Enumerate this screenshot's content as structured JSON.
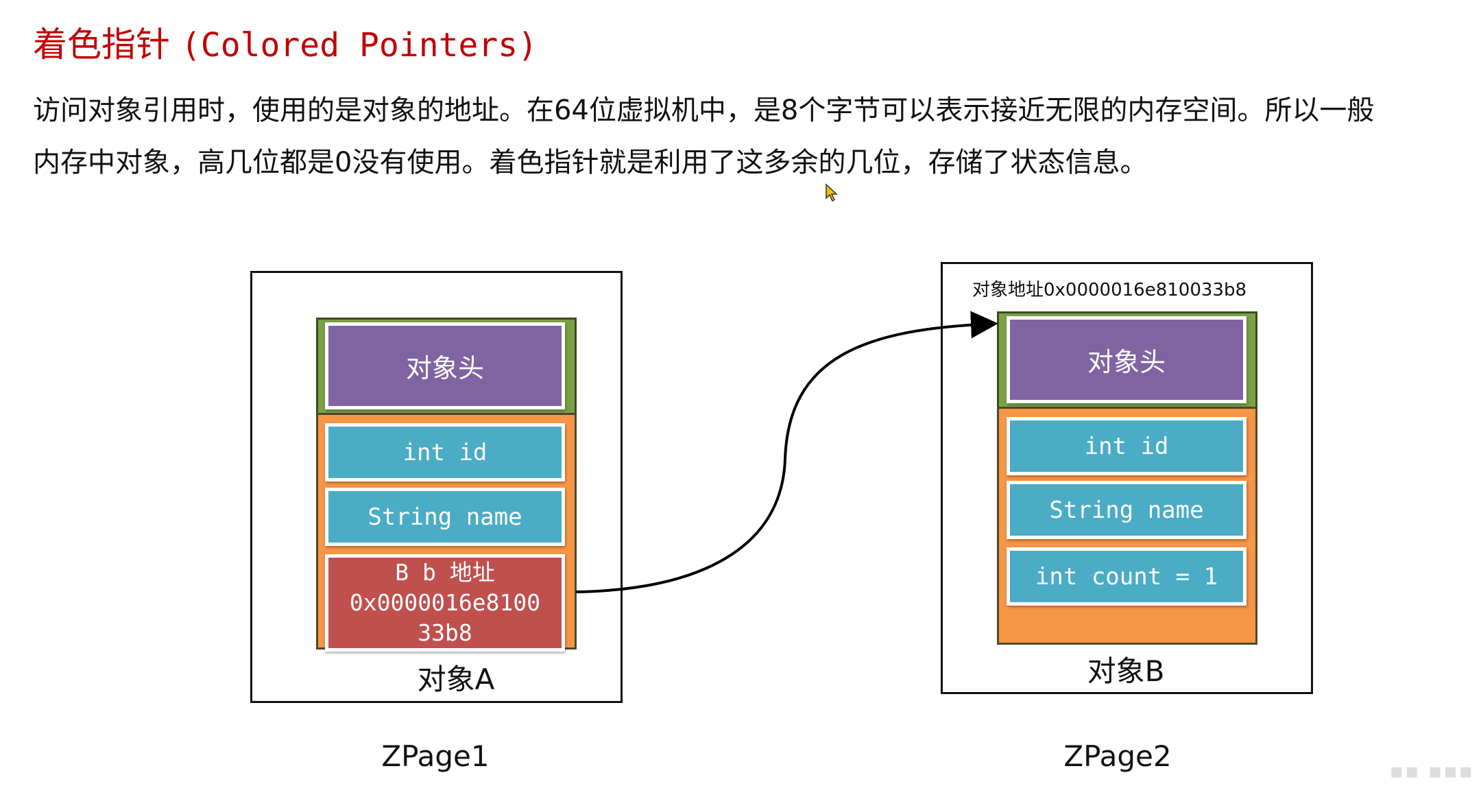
{
  "title": {
    "cn": "着色指针",
    "en": "(Colored Pointers)"
  },
  "description": {
    "line1": "访问对象引用时，使用的是对象的地址。在64位虚拟机中，是8个字节可以表示接近无限的内存空间。所以一般",
    "line2": "内存中对象，高几位都是0没有使用。着色指针就是利用了这多余的几位，存储了状态信息。"
  },
  "zpage1": {
    "label": "ZPage1",
    "object_label": "对象A",
    "header": "对象头",
    "fields": [
      "int id",
      "String name"
    ],
    "pointer_field": [
      "B b 地址",
      "0x0000016e8100",
      "33b8"
    ]
  },
  "zpage2": {
    "label": "ZPage2",
    "object_label": "对象B",
    "address": "对象地址0x0000016e810033b8",
    "header": "对象头",
    "fields": [
      "int id",
      "String name",
      "int count = 1"
    ]
  },
  "colors": {
    "title": "#c00000",
    "object_header": "#8064a2",
    "field": "#4bacc6",
    "pointer_field": "#c0504d",
    "object_body": "#f79646",
    "header_band": "#7ba146"
  }
}
